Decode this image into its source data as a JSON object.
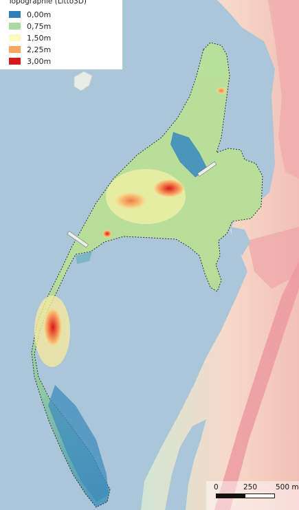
{
  "legend": {
    "title": "Topographie (Litto3D)",
    "items": [
      {
        "label": "0,00m",
        "color": "#2f7fb8"
      },
      {
        "label": "0,75m",
        "color": "#a9dba0"
      },
      {
        "label": "1,50m",
        "color": "#fbfbbf"
      },
      {
        "label": "2,25m",
        "color": "#f6a65f"
      },
      {
        "label": "3,00m",
        "color": "#d7191c"
      }
    ]
  },
  "scalebar": {
    "ticks": [
      "0",
      "250",
      "500 m"
    ]
  },
  "colors": {
    "water": "#aac6d8",
    "land_urban": "#f2c7bd",
    "land_pink": "#ec9aa0",
    "land_low": "#cfe8d6",
    "teal_button": "#1f8a7c"
  }
}
